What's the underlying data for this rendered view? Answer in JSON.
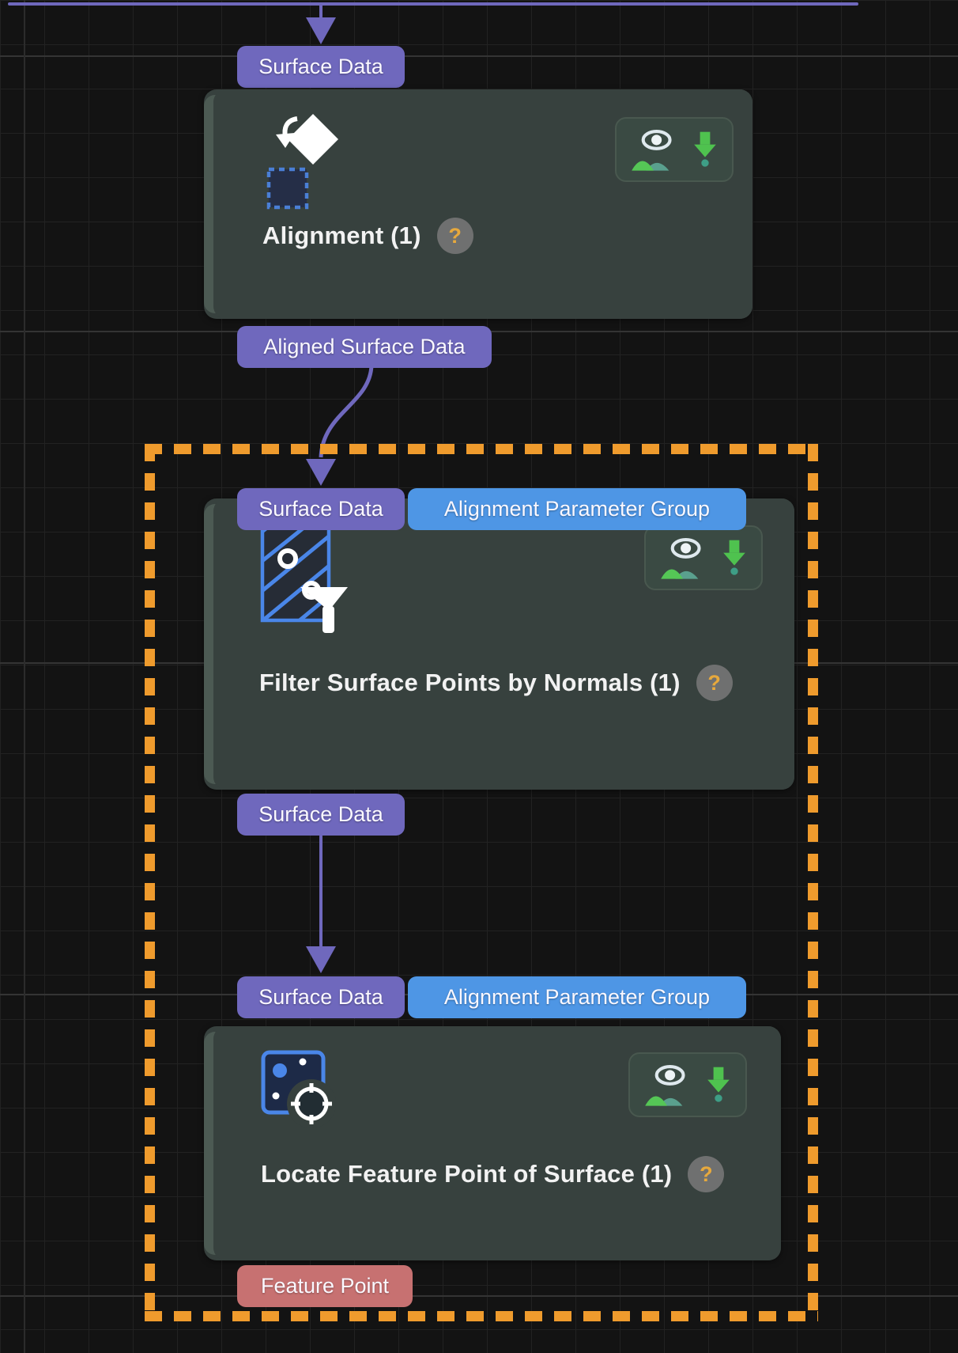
{
  "canvas": {
    "background": "#131313",
    "selection_border_color": "#ef9b2d",
    "connector_color": "#6f68bd"
  },
  "port_colors": {
    "purple": "#6f68bd",
    "blue": "#4e96e5",
    "red": "#c77171"
  },
  "icons": {
    "alignment_icon": "white-diamond-with-rotate-arrow-and-dashed-region",
    "filter_icon": "blue-hatched-region-with-points-and-funnel",
    "locate_icon": "blue-point-region-with-crosshair-target",
    "preview_icon": "eye-over-image-thumbnail",
    "download_icon": "green-download-arrow",
    "help_icon": "?"
  },
  "nodes": [
    {
      "title": "Alignment (1)",
      "help": "?",
      "inputs": [
        {
          "label": "Surface Data",
          "color": "purple"
        }
      ],
      "outputs": [
        {
          "label": "Aligned Surface Data",
          "color": "purple"
        }
      ]
    },
    {
      "title": "Filter Surface Points by Normals (1)",
      "help": "?",
      "inputs": [
        {
          "label": "Surface Data",
          "color": "purple"
        },
        {
          "label": "Alignment Parameter Group",
          "color": "blue"
        }
      ],
      "outputs": [
        {
          "label": "Surface Data",
          "color": "purple"
        }
      ]
    },
    {
      "title": "Locate Feature Point of Surface (1)",
      "help": "?",
      "inputs": [
        {
          "label": "Surface Data",
          "color": "purple"
        },
        {
          "label": "Alignment Parameter Group",
          "color": "blue"
        }
      ],
      "outputs": [
        {
          "label": "Feature Point",
          "color": "red"
        }
      ]
    }
  ]
}
